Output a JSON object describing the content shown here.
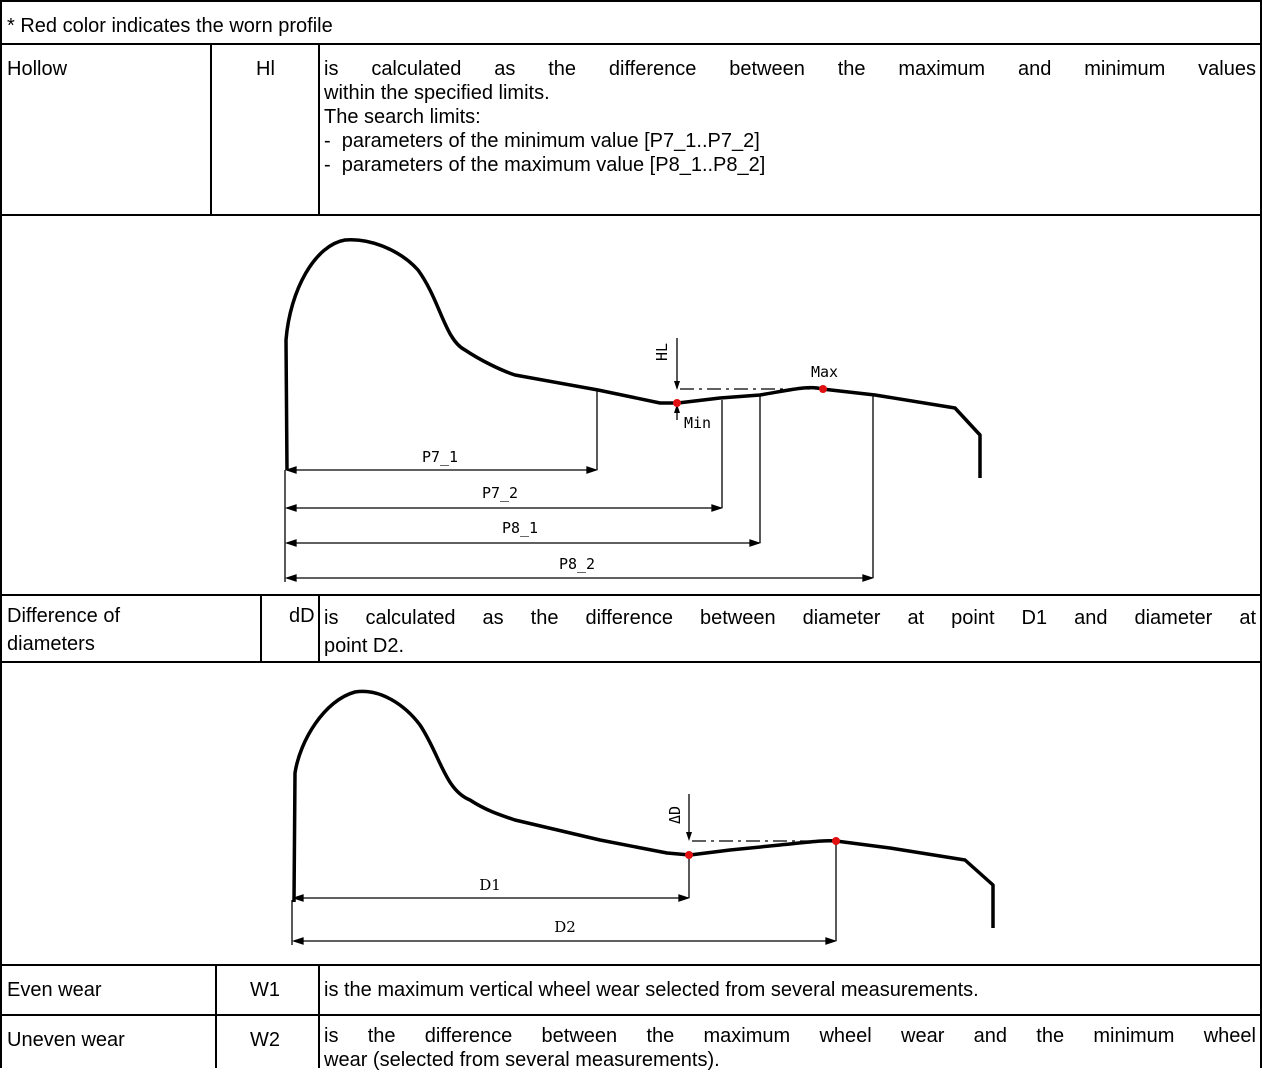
{
  "note": "* Red color indicates the worn profile",
  "rows": {
    "hollow": {
      "name": "Hollow",
      "code": "Hl",
      "desc_line1": "is calculated as the difference between the maximum and minimum values",
      "desc_line2": "within the specified limits.",
      "desc_line3": "The search limits:",
      "desc_line4": "-  parameters of the minimum value [P7_1..P7_2]",
      "desc_line5": "-  parameters of the maximum value [P8_1..P8_2]"
    },
    "diameters": {
      "name_line1": "Difference of",
      "name_line2": "diameters",
      "code": "dD",
      "desc_line1": "is calculated as the difference between diameter at point D1 and diameter at",
      "desc_line2": "point D2."
    },
    "even": {
      "name": "Even wear",
      "code": "W1",
      "desc": "is the maximum vertical wheel wear selected from several measurements."
    },
    "uneven": {
      "name": "Uneven wear",
      "code": "W2",
      "desc_line1": "is the difference between the maximum wheel wear and the minimum wheel",
      "desc_line2": "wear (selected from several measurements)."
    }
  },
  "diagram1": {
    "hl": "HL",
    "max": "Max",
    "min": "Min",
    "p7_1": "P7_1",
    "p7_2": "P7_2",
    "p8_1": "P8_1",
    "p8_2": "P8_2"
  },
  "diagram2": {
    "dd": "ΔD",
    "d1": "D1",
    "d2": "D2"
  },
  "colors": {
    "worn_point": "#e01010",
    "line": "#000000"
  }
}
